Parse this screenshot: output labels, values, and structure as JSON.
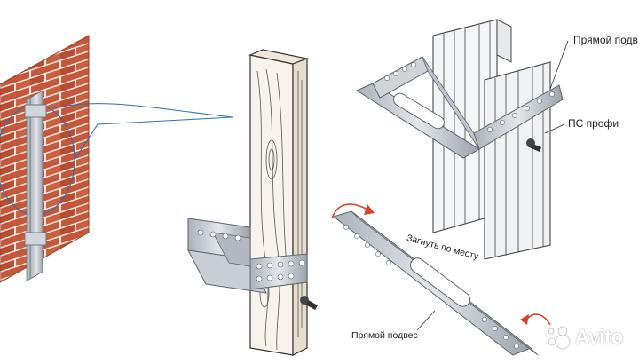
{
  "labels": {
    "straight_hanger_top": "Прямой подв",
    "ps_profile": "ПС профи",
    "bend_in_place": "Загнуть по месту",
    "straight_hanger_bottom": "Прямой подвес"
  },
  "watermark": {
    "brand": "Avito",
    "icon": "avito-dots-icon"
  },
  "colors": {
    "brick": "#c4573a",
    "mortar": "#f3ece6",
    "metal": "#c8cdd3",
    "metal_dark": "#8d949c",
    "wood": "#f7f3ea",
    "leader_line": "#2a6fb6",
    "arrow": "#d8402a"
  }
}
